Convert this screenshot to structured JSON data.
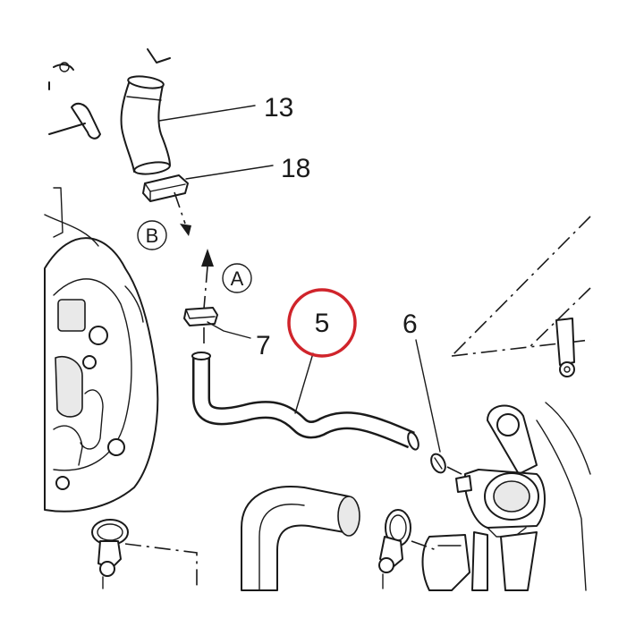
{
  "callouts": {
    "c13": "13",
    "c18": "18",
    "c7": "7",
    "c5": "5",
    "c6": "6"
  },
  "letters": {
    "a": "A",
    "b": "B"
  },
  "colors": {
    "line": "#1a1a1a",
    "highlight_ring": "#d0242b",
    "background": "#ffffff"
  }
}
